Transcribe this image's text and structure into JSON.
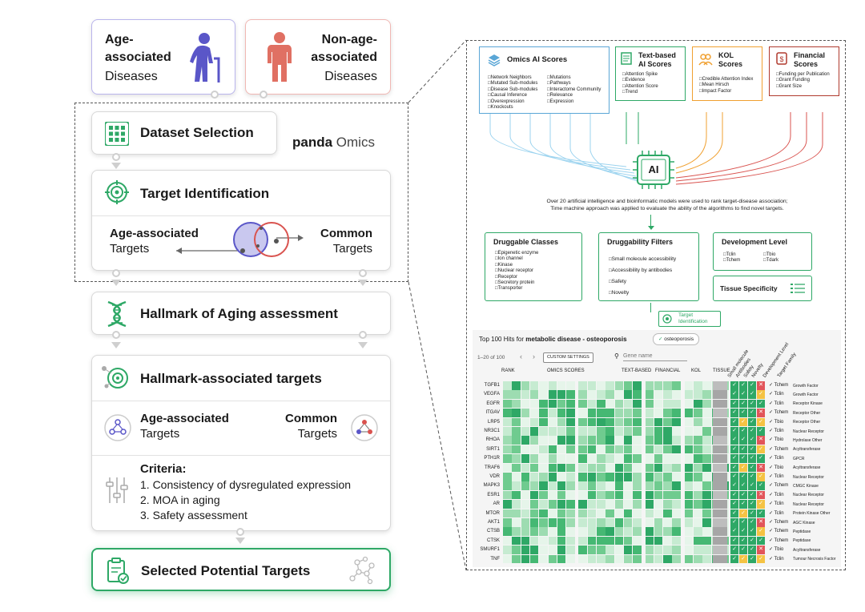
{
  "left": {
    "age_card": {
      "title": "Age-\nassociated",
      "subtitle": "Diseases"
    },
    "nonage_card": {
      "title": "Non-age-\nassociated",
      "subtitle": "Diseases"
    },
    "dataset": {
      "title": "Dataset Selection"
    },
    "logo": {
      "brand": "panda",
      "suffix": "Omics"
    },
    "target_id": {
      "title": "Target Identification",
      "left_bold": "Age-associated",
      "left_sub": "Targets",
      "right_bold": "Common",
      "right_sub": "Targets"
    },
    "hallmark": {
      "title": "Hallmark of Aging assessment"
    },
    "hat": {
      "title": "Hallmark-associated targets",
      "age_bold": "Age-associated",
      "age_sub": "Targets",
      "common_bold": "Common",
      "common_sub": "Targets",
      "criteria_title": "Criteria:",
      "criteria": [
        "1.  Consistency of dysregulated expression",
        "2. MOA in aging",
        "3. Safety assessment"
      ]
    },
    "selected": {
      "title": "Selected Potential Targets"
    }
  },
  "right": {
    "omics": {
      "title": "Omics AI Scores",
      "col1": [
        "Network Neighbors",
        "Mutated Sub-modules",
        "Disease Sub-modules",
        "Causal Inference",
        "Overexpression",
        "Knockouts"
      ],
      "col2": [
        "Mutations",
        "Pathways",
        "Interactome Community",
        "Relevance",
        "Expression"
      ]
    },
    "text_ai": {
      "title": "Text-based\nAI Scores",
      "items": [
        "Attention Spike",
        "Evidence",
        "Attention Score",
        "Trend"
      ]
    },
    "kol": {
      "title": "KOL\nScores",
      "items": [
        "Credible Attention Index",
        "Mean Hirsch",
        "Impact Factor"
      ]
    },
    "financial": {
      "title": "Financial\nScores",
      "items": [
        "Funding per Publication",
        "Grant Funding",
        "Grant Size"
      ]
    },
    "ai_label": "AI",
    "description": "Over 20 artificial intelligence and bioinformatic models were used to rank target-disease association;\nTime machine approach was applied to evaluate the ability of the algorithms to find novel targets.",
    "druggable": {
      "title": "Druggable Classes",
      "items": [
        "Epigenetic enzyme",
        "Ion channel",
        "Kinase",
        "Nuclear receptor",
        "Receptor",
        "Secretory protein",
        "Transporter"
      ]
    },
    "filters": {
      "title": "Druggability Filters",
      "items": [
        "Small molecule accessibility",
        "Accessibility by antibodies",
        "Safety",
        "Novelty"
      ]
    },
    "dev": {
      "title": "Development Level",
      "items": [
        "Tclin",
        "Tbio",
        "Tchem",
        "Tdark"
      ]
    },
    "tissue": {
      "title": "Tissue Specificity"
    },
    "target_btn": "Target\nIdentification",
    "table": {
      "heading_prefix": "Top 100 Hits for ",
      "heading_bold": "metabolic disease - osteoporosis",
      "chip": "osteoporosis",
      "pager": "1–20 of 100",
      "custom": "CUSTOM SETTINGS",
      "search_placeholder": "Gene name",
      "col_headers": [
        "RANK",
        "OMICS SCORES",
        "TEXT-BASED",
        "FINANCIAL",
        "KOL",
        "TISSUE"
      ],
      "rot_headers": [
        "Small molecule",
        "Antibodies",
        "Safety",
        "Novelty",
        "Development Level",
        "Target Family"
      ],
      "genes": [
        "TGFB1",
        "VEGFA",
        "EGFR",
        "ITGAV",
        "LRP5",
        "NR3C1",
        "RHOA",
        "SIRT1",
        "PTH1R",
        "TRAF6",
        "VDR",
        "MAPK3",
        "ESR1",
        "AR",
        "MTOR",
        "AKT1",
        "CTSB",
        "CTSK",
        "SMURF1",
        "TNF"
      ],
      "dev_levels": [
        "Tchem",
        "Tclin",
        "Tclin",
        "Tchem",
        "Tbio",
        "Tclin",
        "Tbio",
        "Tchem",
        "Tclin",
        "Tbio",
        "Tclin",
        "Tchem",
        "Tclin",
        "Tclin",
        "Tclin",
        "Tchem",
        "Tchem",
        "Tchem",
        "Tbio",
        "Tclin"
      ],
      "families": [
        "Growth Factor",
        "Growth Factor",
        "Receptor Kinase",
        "Receptor Other",
        "Receptor Other",
        "Nuclear Receptor",
        "Hydrolase Other",
        "Acyltransferase",
        "GPCR",
        "Acyltransferase",
        "Nuclear Receptor",
        "CMGC Kinase",
        "Nuclear Receptor",
        "Nuclear Receptor",
        "Protein Kinase Other",
        "AGC Kinase",
        "Peptidase",
        "Peptidase",
        "Acyltransferase",
        "Tumour Necrosis Factor"
      ]
    }
  },
  "colors": {
    "green": "#2ea866",
    "blue": "#5aa6d6",
    "purple": "#5a56c8",
    "red": "#d9534f",
    "orange": "#f0a030",
    "darkred": "#b03a2e"
  }
}
